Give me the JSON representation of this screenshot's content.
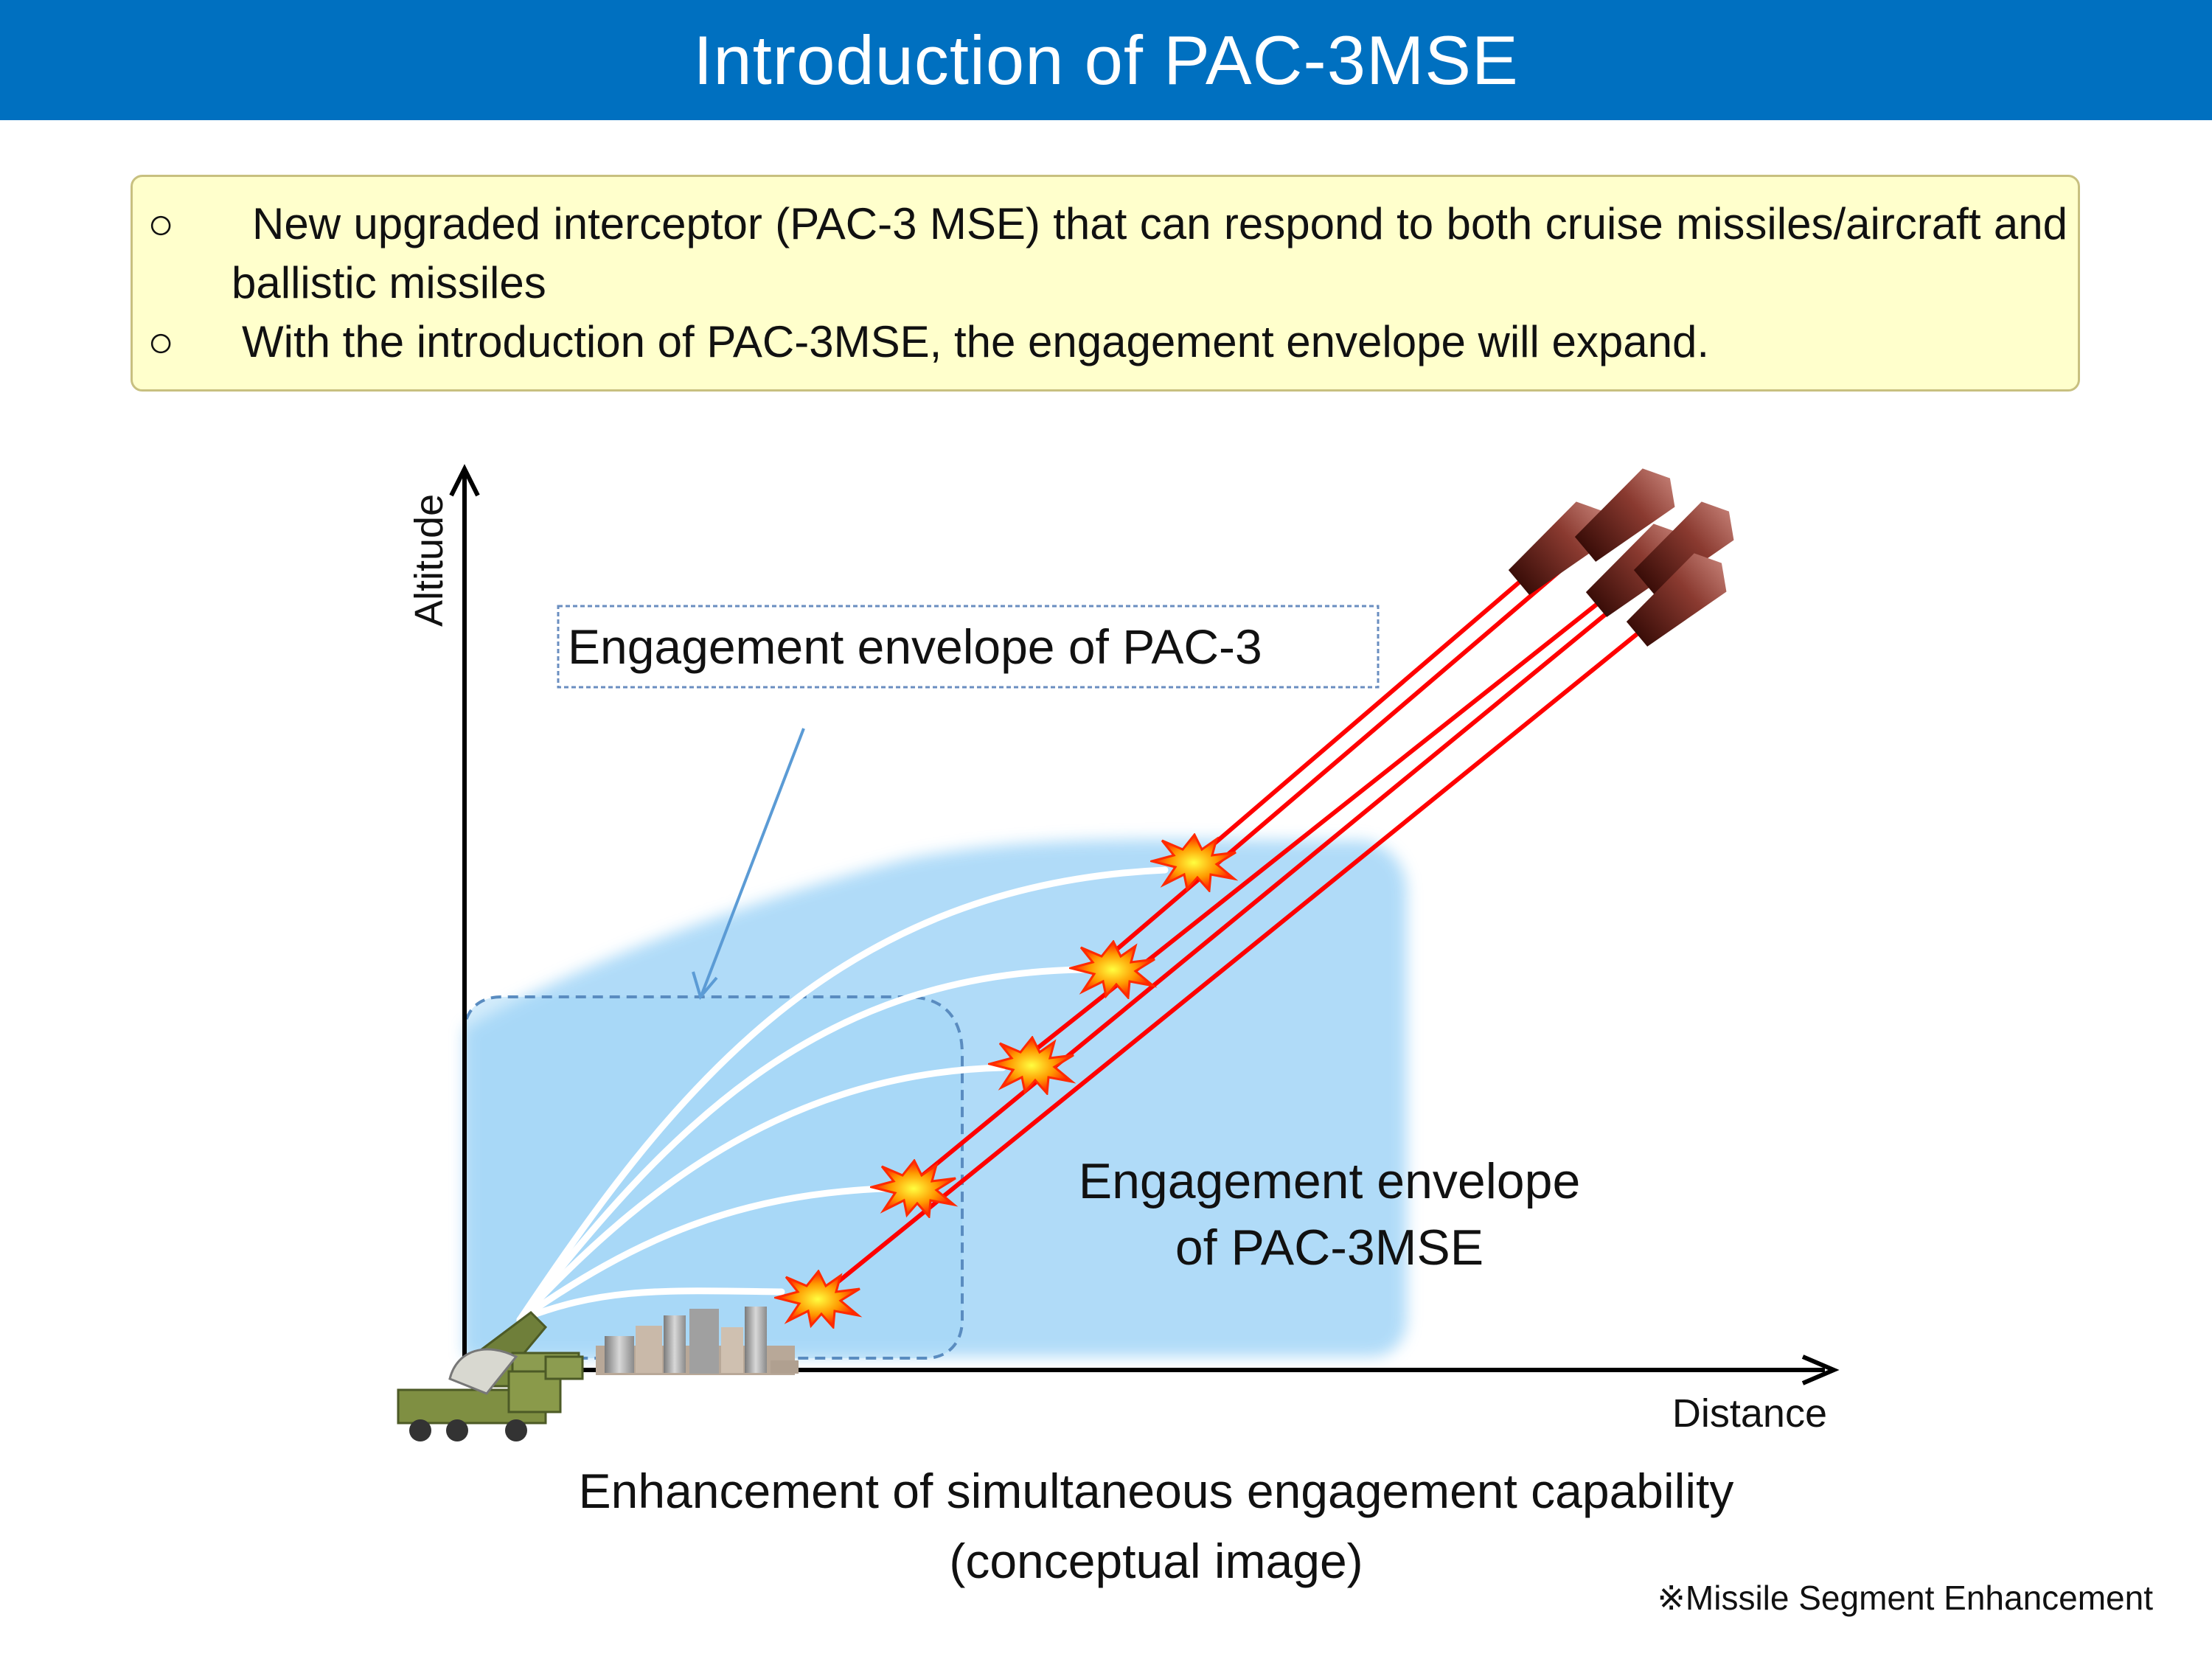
{
  "header": {
    "title": "Introduction of PAC-3MSE"
  },
  "summary": {
    "bullets": [
      {
        "mark": "○",
        "text": "New upgraded interceptor (PAC-3 MSE) that can respond to both cruise missiles/aircraft and ballistic missiles"
      },
      {
        "mark": "○",
        "text": "With the introduction of PAC-3MSE, the engagement envelope will expand."
      }
    ]
  },
  "diagram": {
    "y_axis_label": "Altitude",
    "x_axis_label": "Distance",
    "pac3_envelope_label": "Engagement envelope of PAC-3",
    "mse_envelope_label_line1": "Engagement envelope",
    "mse_envelope_label_line2": "of PAC-3MSE",
    "caption_line1": "Enhancement of simultaneous engagement capability",
    "caption_line2": "(conceptual image)"
  },
  "footnote": "※Missile Segment Enhancement",
  "colors": {
    "header_bg": "#0070c0",
    "summary_bg": "#ffffcc",
    "mse_envelope_fill": "#a8d8f8",
    "trajectory_red": "#ff0000",
    "interceptor_path": "#ffffff"
  },
  "icons": [
    "missile-icon",
    "explosion-icon",
    "launcher-icon",
    "city-icon",
    "radar-icon"
  ]
}
